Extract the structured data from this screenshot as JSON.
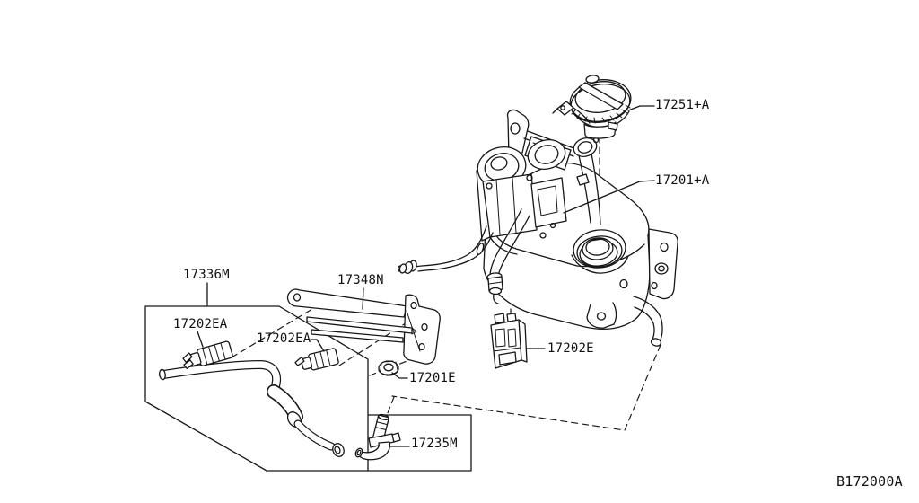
{
  "diagram": {
    "drawing_code": "B172000A",
    "colors": {
      "line": "#161616",
      "background": "#ffffff"
    },
    "labels": {
      "cap": "17251+A",
      "tank": "17201+A",
      "hose_box": "17336M",
      "bracket": "17348N",
      "clamp1": "17202EA",
      "clamp2": "17202EA",
      "protector": "17202E",
      "nut": "17201E",
      "valve": "17235M"
    }
  }
}
